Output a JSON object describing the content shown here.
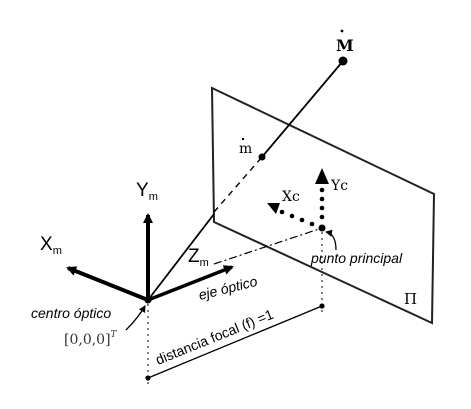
{
  "labels": {
    "point_M": "M",
    "point_m": "m",
    "axis_Xm_main": "X",
    "axis_Xm_sub": "m",
    "axis_Ym_main": "Y",
    "axis_Ym_sub": "m",
    "axis_Zm_main": "Z",
    "axis_Zm_sub": "m",
    "axis_Xc": "Xc",
    "axis_Yc": "Yc",
    "optical_axis": "eje óptico",
    "principal_point": "punto principal",
    "optical_center": "centro óptico",
    "origin_coords": "[0,0,0]",
    "origin_coords_sup": "T",
    "focal_distance": "distancia focal (f) =1",
    "image_plane": "Π"
  }
}
